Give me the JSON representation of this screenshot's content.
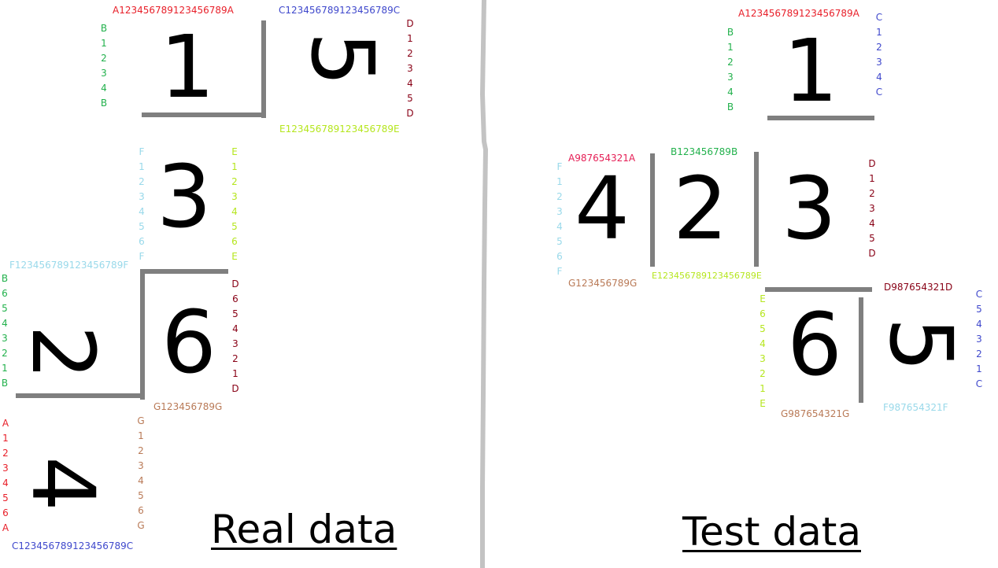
{
  "colors": {
    "A": "#e8202a",
    "B": "#22b14c",
    "C": "#3f48cc",
    "D": "#880015",
    "E": "#b5e61d",
    "F": "#99d9ea",
    "G": "#b97a57",
    "A_test": "#e51e55",
    "bar": "#7f7f7f"
  },
  "real": {
    "title": "Real data",
    "d1": "1",
    "d2": "2",
    "d3": "3",
    "d4": "4",
    "d5": "5",
    "d6": "6",
    "lblA_top": "A123456789123456789A",
    "lblC_top": "C123456789123456789C",
    "lblE": "E123456789123456789E",
    "lblF": "F123456789123456789F",
    "lblG": "G123456789G",
    "lblC_bottom": "C123456789123456789C",
    "colB_top": [
      "B",
      "1",
      "2",
      "3",
      "4",
      "B"
    ],
    "colD_top": [
      "D",
      "1",
      "2",
      "3",
      "4",
      "5",
      "D"
    ],
    "colF": [
      "F",
      "1",
      "2",
      "3",
      "4",
      "5",
      "6",
      "F"
    ],
    "colE": [
      "E",
      "1",
      "2",
      "3",
      "4",
      "5",
      "6",
      "E"
    ],
    "colB_left": [
      "B",
      "6",
      "5",
      "4",
      "3",
      "2",
      "1",
      "B"
    ],
    "colD_mid": [
      "D",
      "6",
      "5",
      "4",
      "3",
      "2",
      "1",
      "D"
    ],
    "colA": [
      "A",
      "1",
      "2",
      "3",
      "4",
      "5",
      "6",
      "A"
    ],
    "colG": [
      "G",
      "1",
      "2",
      "3",
      "4",
      "5",
      "6",
      "G"
    ]
  },
  "test": {
    "title": "Test data",
    "d1": "1",
    "d2": "2",
    "d3": "3",
    "d4": "4",
    "d5": "5",
    "d6": "6",
    "lblA_top": "A123456789123456789A",
    "lblA": "A987654321A",
    "lblB": "B123456789B",
    "lblE": "E123456789123456789E",
    "lblG": "G123456789G",
    "lblD": "D987654321D",
    "lblG2": "G987654321G",
    "lblF": "F987654321F",
    "colB": [
      "B",
      "1",
      "2",
      "3",
      "4",
      "B"
    ],
    "colC_top": [
      "C",
      "1",
      "2",
      "3",
      "4",
      "C"
    ],
    "colF": [
      "F",
      "1",
      "2",
      "3",
      "4",
      "5",
      "6",
      "F"
    ],
    "colD": [
      "D",
      "1",
      "2",
      "3",
      "4",
      "5",
      "D"
    ],
    "colE": [
      "E",
      "6",
      "5",
      "4",
      "3",
      "2",
      "1",
      "E"
    ],
    "colC_right": [
      "C",
      "5",
      "4",
      "3",
      "2",
      "1",
      "C"
    ]
  }
}
